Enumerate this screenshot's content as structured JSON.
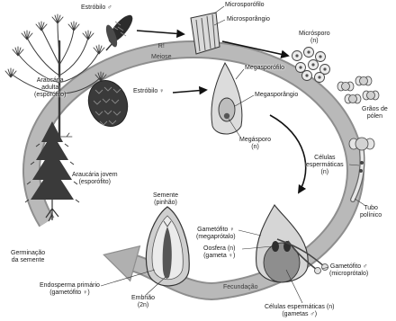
{
  "labels": {
    "estrobilo_masculino": [
      "Estróbilo ♂"
    ],
    "microsporofilo": [
      "Microsporófilo"
    ],
    "microsporangio": [
      "Microsporângio"
    ],
    "microsporo": [
      "Micrósporo",
      "(n)"
    ],
    "meiose": [
      "R!",
      "Meiose"
    ],
    "araucaria_adulta": [
      "Araucária",
      "adulta",
      "(esporófito)"
    ],
    "estrobilo_feminino": [
      "Estróbilo ♀"
    ],
    "megasporofilo": [
      "Megasporófilo"
    ],
    "megasporangio": [
      "Megasporângio"
    ],
    "megasporo": [
      "Megásporo",
      "(n)"
    ],
    "graos_polen": [
      "Grãos de",
      "pólen"
    ],
    "celulas_espermaticas_tubo": [
      "Células",
      "espermáticas",
      "(n)"
    ],
    "araucaria_jovem": [
      "Araucária jovem",
      "(esporófito)"
    ],
    "tubo_polinico": [
      "Tubo",
      "polínico"
    ],
    "semente": [
      "Semente",
      "(pinhão)"
    ],
    "gametofito_feminino": [
      "Gametófito ♀",
      "(megaprótalo)"
    ],
    "oosfera": [
      "Oosfera (n)",
      "(gameta ♀)"
    ],
    "germinacao": [
      "Germinação",
      "da semente"
    ],
    "gametofito_masculino": [
      "Gametófito ♂",
      "(microprótalo)"
    ],
    "endosperma": [
      "Endosperma primário",
      "(gametófito ♀)"
    ],
    "embriao": [
      "Embrião",
      "(2n)"
    ],
    "fecundacao": [
      "Fecundação"
    ],
    "celulas_espermaticas_gametas": [
      "Células espermáticas (n)",
      "(gametas ♂)"
    ]
  },
  "colors": {
    "band": "#b9b9b9",
    "band_edge": "#8e8e8e",
    "ink": "#1a1a1a"
  }
}
